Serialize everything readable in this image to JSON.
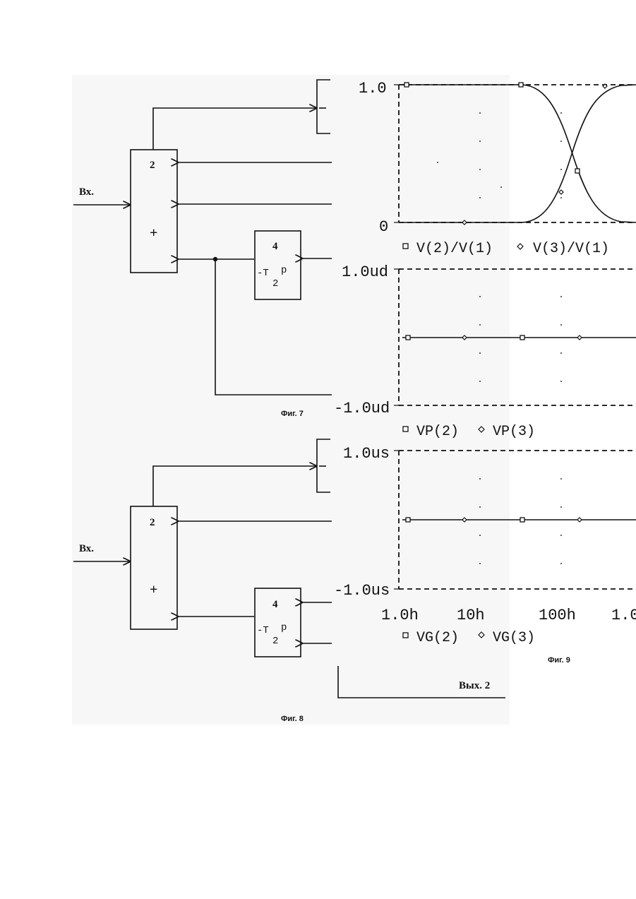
{
  "fig7": {
    "caption": "Фиг. 7",
    "input_label": "Вх.",
    "block_adder": {
      "number": "2",
      "sign": "+"
    },
    "block_delay": {
      "number": "4",
      "expr_main": "-T",
      "expr_sub": "2",
      "expr_p": "p"
    }
  },
  "fig8": {
    "caption": "Фиг. 8",
    "input_label": "Вх.",
    "output_label": "Вых. 2",
    "block_adder": {
      "number": "2",
      "sign": "+"
    },
    "block_delay": {
      "number": "4",
      "expr_main": "-T",
      "expr_sub": "2",
      "expr_p": "p"
    }
  },
  "fig9": {
    "caption": "Фиг. 9",
    "x_ticks": [
      "1.0h",
      "10h",
      "100h",
      "1.0"
    ],
    "panels": [
      {
        "y_top": "1.0",
        "y_bottom": "0",
        "legend": [
          {
            "marker": "square",
            "text": "V(2)/V(1)"
          },
          {
            "marker": "diamond",
            "text": "V(3)/V(1)"
          }
        ]
      },
      {
        "y_top": "1.0ud",
        "y_bottom": "-1.0ud",
        "legend": [
          {
            "marker": "square",
            "text": "VP(2)"
          },
          {
            "marker": "diamond",
            "text": "VP(3)"
          }
        ]
      },
      {
        "y_top": "1.0us",
        "y_bottom": "-1.0us",
        "legend": [
          {
            "marker": "square",
            "text": "VG(2)"
          },
          {
            "marker": "diamond",
            "text": "VG(3)"
          }
        ]
      }
    ]
  },
  "colors": {
    "ink": "#111111",
    "paper": "#ffffff",
    "scan_background": "#f7f7f7"
  }
}
